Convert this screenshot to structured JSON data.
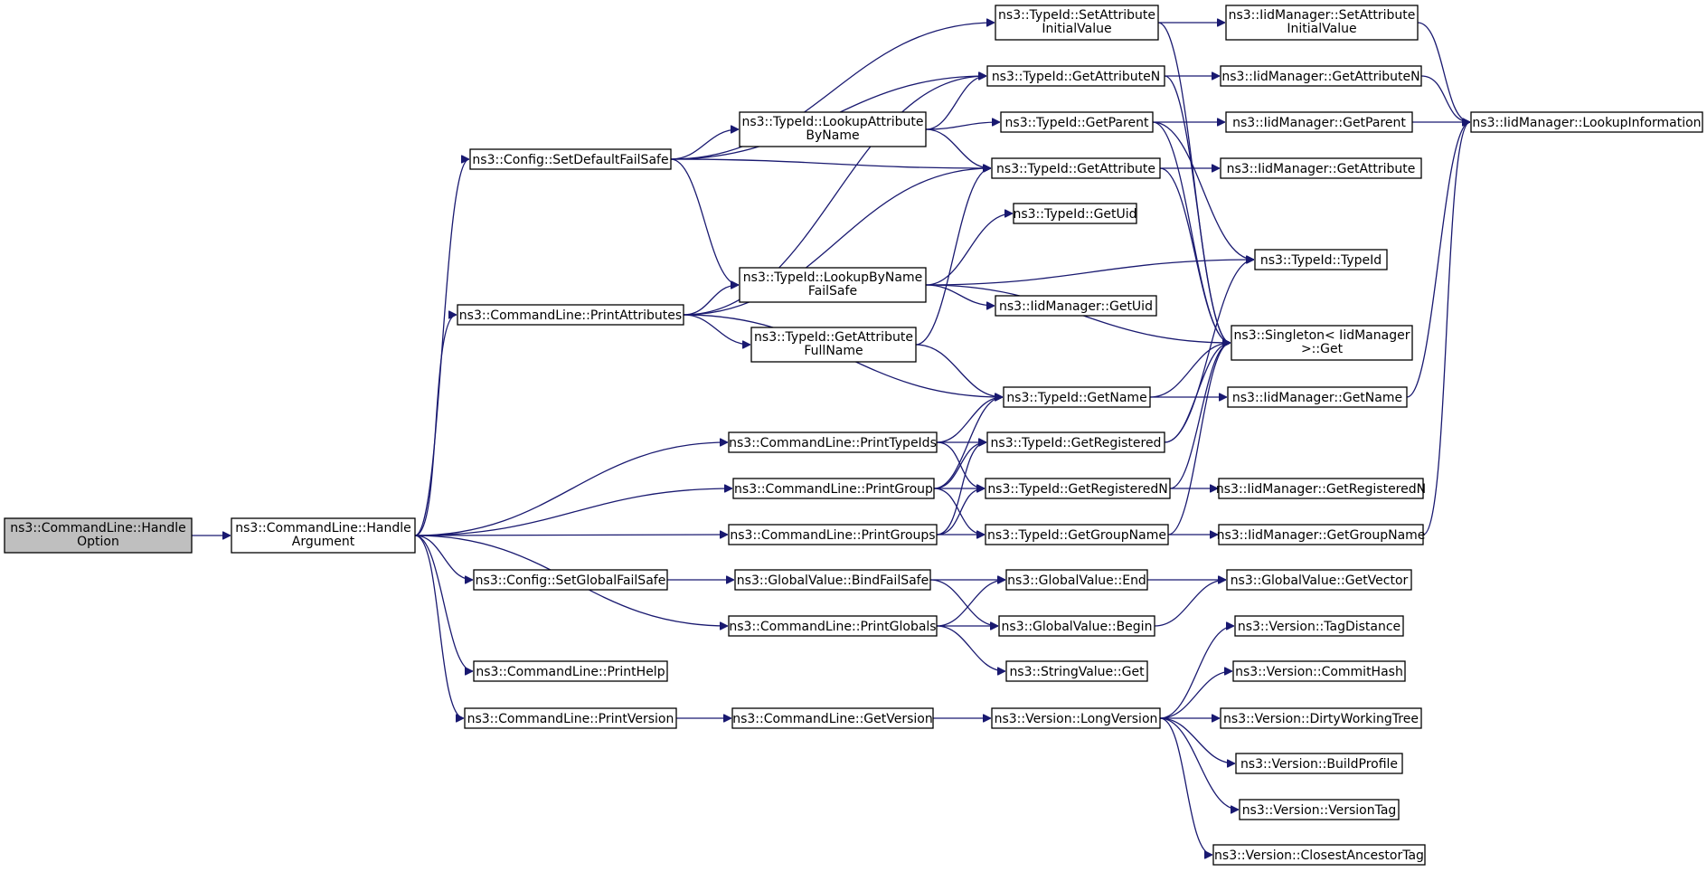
{
  "nodes": [
    {
      "id": "handle_option",
      "lines": [
        "ns3::CommandLine::Handle",
        "Option"
      ],
      "root": true
    },
    {
      "id": "handle_argument",
      "lines": [
        "ns3::CommandLine::Handle",
        "Argument"
      ]
    },
    {
      "id": "config_setdefaultfailsafe",
      "lines": [
        "ns3::Config::SetDefaultFailSafe"
      ]
    },
    {
      "id": "print_attributes",
      "lines": [
        "ns3::CommandLine::PrintAttributes"
      ]
    },
    {
      "id": "config_setglobalfailsafe",
      "lines": [
        "ns3::Config::SetGlobalFailSafe"
      ]
    },
    {
      "id": "print_help",
      "lines": [
        "ns3::CommandLine::PrintHelp"
      ]
    },
    {
      "id": "print_version",
      "lines": [
        "ns3::CommandLine::PrintVersion"
      ]
    },
    {
      "id": "typeid_lookupattributebyname",
      "lines": [
        "ns3::TypeId::LookupAttribute",
        "ByName"
      ]
    },
    {
      "id": "typeid_lookupbynamefailsafe",
      "lines": [
        "ns3::TypeId::LookupByName",
        "FailSafe"
      ]
    },
    {
      "id": "typeid_getattributefullname",
      "lines": [
        "ns3::TypeId::GetAttribute",
        "FullName"
      ]
    },
    {
      "id": "print_typeids",
      "lines": [
        "ns3::CommandLine::PrintTypeIds"
      ]
    },
    {
      "id": "print_group",
      "lines": [
        "ns3::CommandLine::PrintGroup"
      ]
    },
    {
      "id": "print_groups",
      "lines": [
        "ns3::CommandLine::PrintGroups"
      ]
    },
    {
      "id": "globalvalue_bindfailsafe",
      "lines": [
        "ns3::GlobalValue::BindFailSafe"
      ]
    },
    {
      "id": "print_globals",
      "lines": [
        "ns3::CommandLine::PrintGlobals"
      ]
    },
    {
      "id": "get_version",
      "lines": [
        "ns3::CommandLine::GetVersion"
      ]
    },
    {
      "id": "typeid_setattributeinitialvalue",
      "lines": [
        "ns3::TypeId::SetAttribute",
        "InitialValue"
      ]
    },
    {
      "id": "typeid_getattributen",
      "lines": [
        "ns3::TypeId::GetAttributeN"
      ]
    },
    {
      "id": "typeid_getparent",
      "lines": [
        "ns3::TypeId::GetParent"
      ]
    },
    {
      "id": "typeid_getattribute",
      "lines": [
        "ns3::TypeId::GetAttribute"
      ]
    },
    {
      "id": "typeid_getuid",
      "lines": [
        "ns3::TypeId::GetUid"
      ]
    },
    {
      "id": "iidmanager_getuid",
      "lines": [
        "ns3::IidManager::GetUid"
      ]
    },
    {
      "id": "typeid_getname",
      "lines": [
        "ns3::TypeId::GetName"
      ]
    },
    {
      "id": "typeid_getregistered",
      "lines": [
        "ns3::TypeId::GetRegistered"
      ]
    },
    {
      "id": "typeid_getregisteredn",
      "lines": [
        "ns3::TypeId::GetRegisteredN"
      ]
    },
    {
      "id": "typeid_getgroupname",
      "lines": [
        "ns3::TypeId::GetGroupName"
      ]
    },
    {
      "id": "globalvalue_end",
      "lines": [
        "ns3::GlobalValue::End"
      ]
    },
    {
      "id": "globalvalue_begin",
      "lines": [
        "ns3::GlobalValue::Begin"
      ]
    },
    {
      "id": "stringvalue_get",
      "lines": [
        "ns3::StringValue::Get"
      ]
    },
    {
      "id": "version_longversion",
      "lines": [
        "ns3::Version::LongVersion"
      ]
    },
    {
      "id": "iidmanager_setattributeinitialvalue",
      "lines": [
        "ns3::IidManager::SetAttribute",
        "InitialValue"
      ]
    },
    {
      "id": "iidmanager_getattributen",
      "lines": [
        "ns3::IidManager::GetAttributeN"
      ]
    },
    {
      "id": "iidmanager_getparent",
      "lines": [
        "ns3::IidManager::GetParent"
      ]
    },
    {
      "id": "iidmanager_getattribute",
      "lines": [
        "ns3::IidManager::GetAttribute"
      ]
    },
    {
      "id": "typeid_typeid",
      "lines": [
        "ns3::TypeId::TypeId"
      ]
    },
    {
      "id": "singleton_get",
      "lines": [
        "ns3::Singleton< IidManager",
        " >::Get"
      ]
    },
    {
      "id": "iidmanager_getname",
      "lines": [
        "ns3::IidManager::GetName"
      ]
    },
    {
      "id": "iidmanager_getregisteredn",
      "lines": [
        "ns3::IidManager::GetRegisteredN"
      ]
    },
    {
      "id": "iidmanager_getgroupname",
      "lines": [
        "ns3::IidManager::GetGroupName"
      ]
    },
    {
      "id": "globalvalue_getvector",
      "lines": [
        "ns3::GlobalValue::GetVector"
      ]
    },
    {
      "id": "version_tagdistance",
      "lines": [
        "ns3::Version::TagDistance"
      ]
    },
    {
      "id": "version_commithash",
      "lines": [
        "ns3::Version::CommitHash"
      ]
    },
    {
      "id": "version_dirtyworkingtree",
      "lines": [
        "ns3::Version::DirtyWorkingTree"
      ]
    },
    {
      "id": "version_buildprofile",
      "lines": [
        "ns3::Version::BuildProfile"
      ]
    },
    {
      "id": "version_versiontag",
      "lines": [
        "ns3::Version::VersionTag"
      ]
    },
    {
      "id": "version_closestancestortag",
      "lines": [
        "ns3::Version::ClosestAncestorTag"
      ]
    },
    {
      "id": "iidmanager_lookupinformation",
      "lines": [
        "ns3::IidManager::LookupInformation"
      ]
    }
  ],
  "edges": [
    [
      "handle_option",
      "handle_argument"
    ],
    [
      "handle_argument",
      "config_setdefaultfailsafe"
    ],
    [
      "handle_argument",
      "print_attributes"
    ],
    [
      "handle_argument",
      "print_typeids"
    ],
    [
      "handle_argument",
      "print_group"
    ],
    [
      "handle_argument",
      "print_groups"
    ],
    [
      "handle_argument",
      "config_setglobalfailsafe"
    ],
    [
      "handle_argument",
      "print_globals"
    ],
    [
      "handle_argument",
      "print_help"
    ],
    [
      "handle_argument",
      "print_version"
    ],
    [
      "config_setdefaultfailsafe",
      "typeid_setattributeinitialvalue"
    ],
    [
      "config_setdefaultfailsafe",
      "typeid_getattributen"
    ],
    [
      "config_setdefaultfailsafe",
      "typeid_lookupattributebyname"
    ],
    [
      "config_setdefaultfailsafe",
      "typeid_getattribute"
    ],
    [
      "config_setdefaultfailsafe",
      "typeid_lookupbynamefailsafe"
    ],
    [
      "print_attributes",
      "typeid_getattributen"
    ],
    [
      "print_attributes",
      "typeid_getattribute"
    ],
    [
      "print_attributes",
      "typeid_lookupbynamefailsafe"
    ],
    [
      "print_attributes",
      "typeid_getattributefullname"
    ],
    [
      "print_attributes",
      "typeid_getname"
    ],
    [
      "typeid_lookupattributebyname",
      "typeid_getattributen"
    ],
    [
      "typeid_lookupattributebyname",
      "typeid_getparent"
    ],
    [
      "typeid_lookupattributebyname",
      "typeid_getattribute"
    ],
    [
      "typeid_lookupbynamefailsafe",
      "typeid_getuid"
    ],
    [
      "typeid_lookupbynamefailsafe",
      "typeid_typeid"
    ],
    [
      "typeid_lookupbynamefailsafe",
      "iidmanager_getuid"
    ],
    [
      "typeid_lookupbynamefailsafe",
      "singleton_get"
    ],
    [
      "typeid_getattributefullname",
      "typeid_getattribute"
    ],
    [
      "typeid_getattributefullname",
      "typeid_getname"
    ],
    [
      "print_typeids",
      "typeid_getname"
    ],
    [
      "print_typeids",
      "typeid_getregistered"
    ],
    [
      "print_typeids",
      "typeid_getregisteredn"
    ],
    [
      "print_group",
      "typeid_getname"
    ],
    [
      "print_group",
      "typeid_getregistered"
    ],
    [
      "print_group",
      "typeid_getregisteredn"
    ],
    [
      "print_group",
      "typeid_getgroupname"
    ],
    [
      "print_groups",
      "typeid_getregistered"
    ],
    [
      "print_groups",
      "typeid_getregisteredn"
    ],
    [
      "print_groups",
      "typeid_getgroupname"
    ],
    [
      "config_setglobalfailsafe",
      "globalvalue_bindfailsafe"
    ],
    [
      "globalvalue_bindfailsafe",
      "globalvalue_end"
    ],
    [
      "globalvalue_bindfailsafe",
      "globalvalue_begin"
    ],
    [
      "print_globals",
      "globalvalue_end"
    ],
    [
      "print_globals",
      "globalvalue_begin"
    ],
    [
      "print_globals",
      "stringvalue_get"
    ],
    [
      "print_version",
      "get_version"
    ],
    [
      "get_version",
      "version_longversion"
    ],
    [
      "typeid_setattributeinitialvalue",
      "iidmanager_setattributeinitialvalue"
    ],
    [
      "typeid_setattributeinitialvalue",
      "singleton_get"
    ],
    [
      "typeid_getattributen",
      "iidmanager_getattributen"
    ],
    [
      "typeid_getattributen",
      "singleton_get"
    ],
    [
      "typeid_getparent",
      "iidmanager_getparent"
    ],
    [
      "typeid_getparent",
      "typeid_typeid"
    ],
    [
      "typeid_getparent",
      "singleton_get"
    ],
    [
      "typeid_getattribute",
      "iidmanager_getattribute"
    ],
    [
      "typeid_getattribute",
      "singleton_get"
    ],
    [
      "typeid_getname",
      "iidmanager_getname"
    ],
    [
      "typeid_getname",
      "singleton_get"
    ],
    [
      "typeid_getregistered",
      "typeid_typeid"
    ],
    [
      "typeid_getregistered",
      "singleton_get"
    ],
    [
      "typeid_getregisteredn",
      "iidmanager_getregisteredn"
    ],
    [
      "typeid_getregisteredn",
      "singleton_get"
    ],
    [
      "typeid_getgroupname",
      "iidmanager_getgroupname"
    ],
    [
      "typeid_getgroupname",
      "singleton_get"
    ],
    [
      "globalvalue_end",
      "globalvalue_getvector"
    ],
    [
      "globalvalue_begin",
      "globalvalue_getvector"
    ],
    [
      "version_longversion",
      "version_tagdistance"
    ],
    [
      "version_longversion",
      "version_commithash"
    ],
    [
      "version_longversion",
      "version_dirtyworkingtree"
    ],
    [
      "version_longversion",
      "version_buildprofile"
    ],
    [
      "version_longversion",
      "version_versiontag"
    ],
    [
      "version_longversion",
      "version_closestancestortag"
    ],
    [
      "iidmanager_setattributeinitialvalue",
      "iidmanager_lookupinformation"
    ],
    [
      "iidmanager_getattributen",
      "iidmanager_lookupinformation"
    ],
    [
      "iidmanager_getparent",
      "iidmanager_lookupinformation"
    ],
    [
      "iidmanager_getname",
      "iidmanager_lookupinformation"
    ],
    [
      "iidmanager_getgroupname",
      "iidmanager_lookupinformation"
    ]
  ],
  "colors": {
    "edge": "#191970",
    "node_border": "#000000",
    "node_fill": "#ffffff",
    "root_fill": "#bfbfbf",
    "text": "#000000"
  }
}
